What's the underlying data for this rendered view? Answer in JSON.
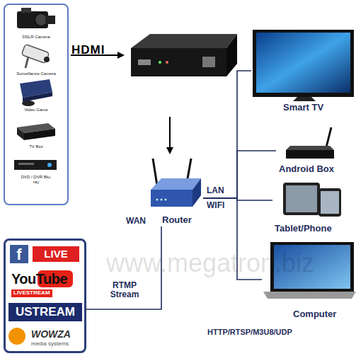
{
  "diagram": {
    "nodes": [
      {
        "text": [
          "DSLR Camera",
          "Surveillance Camera",
          "Video Game",
          "TV Box",
          "DVD / DVR Blu-ray"
        ]
      },
      {
        "text": [
          "Smart TV"
        ]
      },
      {
        "text": [
          "Router"
        ]
      },
      {
        "text": [
          "Android Box"
        ]
      },
      {
        "text": [
          "Tablet/Phone"
        ]
      },
      {
        "text": [
          "f",
          "LIVE",
          "YouTube",
          "LIVESTREAM",
          "USTREAM",
          "WOWZA",
          "media systems"
        ]
      },
      {
        "text": [
          "Computer"
        ]
      }
    ],
    "edges": [
      {
        "from": 2,
        "to": 1,
        "arrow": "none"
      },
      {
        "from": 2,
        "to": 3,
        "arrow": "none"
      },
      {
        "from": 2,
        "to": 4,
        "arrow": "none"
      },
      {
        "from": 2,
        "to": 6,
        "arrow": "none"
      },
      {
        "from": 2,
        "to": 5,
        "label": "RTMP Stream",
        "arrow": "none"
      }
    ],
    "labels": [
      "HDMI",
      "WAN",
      "LAN",
      "WIFI",
      "HTTP/RTSP/M3U8/UDP",
      "www.megatron.biz"
    ]
  }
}
